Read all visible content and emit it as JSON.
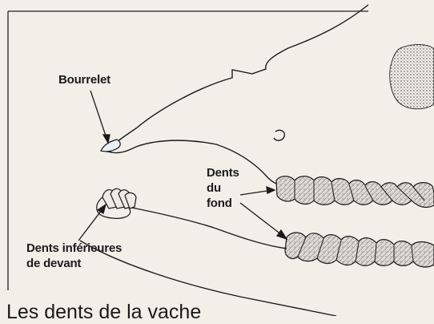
{
  "labels": {
    "bourrelet": "Bourrelet",
    "dents_fond_line1": "Dents",
    "dents_fond_line2": "du",
    "dents_fond_line3": "fond",
    "dents_inf_line1": "Dents inférieures",
    "dents_inf_line2": "de devant"
  },
  "caption": "Les dents de la vache",
  "colors": {
    "paper": "#f2efe9",
    "ink": "#1b1b1b",
    "tooth_fill": "#d9d5cf",
    "tooth_pattern": "#8c8c8c"
  }
}
